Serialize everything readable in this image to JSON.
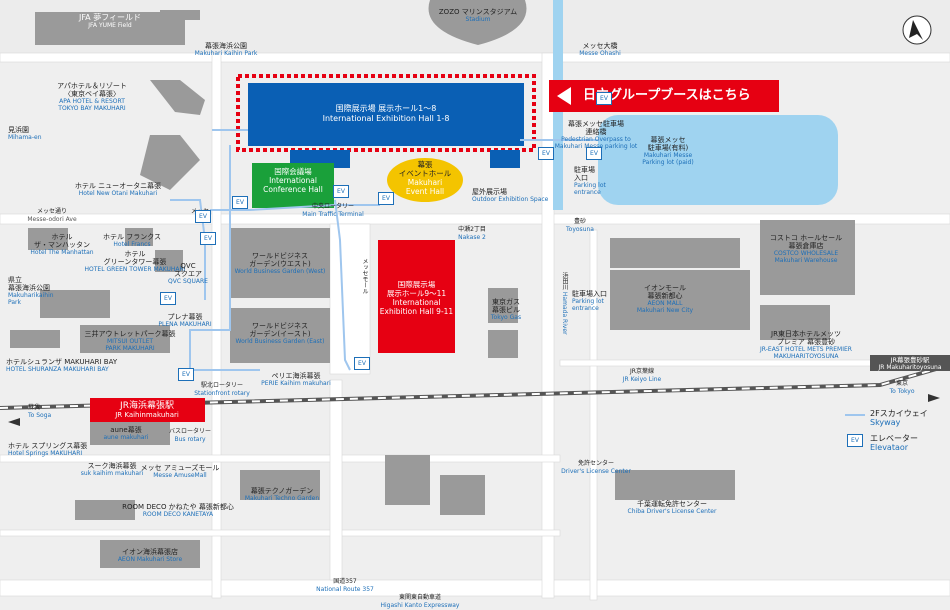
{
  "colors": {
    "hall_blue": "#0a5fb4",
    "hall_red": "#e60012",
    "conference_green": "#1aa03a",
    "event_yellow": "#f4c400",
    "label_blue": "#1d6fb8",
    "building_gray": "#9a9a9a",
    "water": "#9fd3f0"
  },
  "callout": {
    "text": "日立グループブースはこちら"
  },
  "halls": {
    "intl_1_8": {
      "jp": "国際展示場 展示ホール1〜8",
      "en": "International Exhibition Hall 1-8"
    },
    "intl_9_11": {
      "jp1": "国際展示場",
      "jp2": "展示ホール9〜11",
      "en1": "International",
      "en2": "Exhibition Hall 9-11"
    },
    "conference": {
      "jp": "国際会議場",
      "en1": "International",
      "en2": "Conference Hall"
    },
    "event": {
      "jp1": "幕張",
      "jp2": "イベントホール",
      "en1": "Makuhari",
      "en2": "Event Hall"
    }
  },
  "labels": {
    "jfa": {
      "jp": "JFA 夢フィールド",
      "en": "JFA YUME Field"
    },
    "zozo": {
      "jp": "ZOZO マリンスタジアム",
      "en": "Stadium"
    },
    "kaihin_park": {
      "jp": "幕張海浜公園",
      "en": "Makuhari Kaihin Park"
    },
    "messe_ohashi": {
      "jp": "メッセ大橋",
      "en": "Messe Ohashi"
    },
    "apa": {
      "jp1": "アパホテル＆リゾート",
      "jp2": "〈東京ベイ幕張〉",
      "en1": "APA HOTEL & RESORT",
      "en2": "TOKYO BAY MAKUHARI"
    },
    "mihama": {
      "jp": "見浜園",
      "en": "Mihama-en"
    },
    "new_otani": {
      "jp": "ホテル ニューオータニ幕張",
      "en": "Hotel New Otani Makuhari"
    },
    "messe_odori": {
      "jp": "メッセ通り",
      "en": "Messe-odori Ave"
    },
    "manhattan": {
      "jp1": "ホテル",
      "jp2": "ザ・マンハッタン",
      "en": "Hotel The Manhattan"
    },
    "francs": {
      "jp": "ホテル フランクス",
      "en": "Hotel Francs"
    },
    "green_tower": {
      "jp1": "ホテル",
      "jp2": "グリーンタワー幕張",
      "en": "HOTEL GREEN TOWER MAKUHARI"
    },
    "qvc": {
      "jp1": "QVC",
      "jp2": "スクエア",
      "en": "QVC SQUARE"
    },
    "kenritsu_park": {
      "jp1": "県立",
      "jp2": "幕張海浜公園",
      "en1": "Makuharikaihin",
      "en2": "Park"
    },
    "plena": {
      "jp": "プレナ幕張",
      "en": "PLENA MAKUHARI"
    },
    "mitsui_outlet": {
      "jp": "三井アウトレットパーク幕張",
      "en1": "MITSUI OUTLET",
      "en2": "PARK MAKUHARI"
    },
    "shuranza": {
      "jp": "ホテルシュランザ MAKUHARI BAY",
      "en": "HOTEL SHURANZA MAKUHARI BAY"
    },
    "wbg_west": {
      "jp1": "ワールドビジネス",
      "jp2": "ガーデン(ウエスト)",
      "en": "World Business Garden (West)"
    },
    "wbg_east": {
      "jp1": "ワールドビジネス",
      "jp2": "ガーデン(イースト)",
      "en": "World Business Garden (East)"
    },
    "chuo_rotary": {
      "jp": "中央ロータリー",
      "en": "Main Traffic Terminal"
    },
    "nakase2": {
      "jp": "中瀬2丁目",
      "en": "Nakase 2"
    },
    "messe_mall": {
      "jp": "メッセモール"
    },
    "outdoor": {
      "jp": "屋外展示場",
      "en": "Outdoor Exhibition Space"
    },
    "tokyo_gas": {
      "jp1": "東京ガス",
      "jp2": "幕張ビル",
      "en": "Tokyo Gas"
    },
    "messe_parking": {
      "jp1": "幕張メッセ",
      "jp2": "駐車場(有料)",
      "en1": "Makuhari Messe",
      "en2": "Parking lot (paid)"
    },
    "overpass": {
      "jp1": "幕張メッセ駐車場",
      "jp2": "連絡橋",
      "en1": "Pedestrian Overpass to",
      "en2": "Makuhari Messe parking lot"
    },
    "parking_entrance_1": {
      "jp1": "駐車場",
      "jp2": "入口",
      "en1": "Parking lot",
      "en2": "entrance"
    },
    "parking_entrance_2": {
      "jp": "駐車場入口",
      "en1": "Parking lot",
      "en2": "entrance"
    },
    "toyosuna": {
      "jp": "豊砂",
      "en": "Toyosuna"
    },
    "hamada_river": {
      "jp": "浜田川",
      "en": "Hamada River"
    },
    "costco": {
      "jp1": "コストコ ホールセール",
      "jp2": "幕張倉庫店",
      "en1": "COSTCO WHOLESALE",
      "en2": "Makuhari Warehouse"
    },
    "aeon_mall": {
      "jp1": "イオンモール",
      "jp2": "幕張新都心",
      "en1": "AEON MALL",
      "en2": "Makuhari New City"
    },
    "mets": {
      "jp1": "JR東日本ホテルメッツ",
      "jp2": "プレミア 幕張豊砂",
      "en1": "JR-EAST HOTEL METS PREMIER",
      "en2": "MAKUHARITOYOSUNA"
    },
    "toyosuna_station": {
      "jp": "JR幕張豊砂駅",
      "en": "JR Makuharitoyosuna"
    },
    "keiyo_line": {
      "jp": "JR京葉線",
      "en": "JR Keiyo Line"
    },
    "to_tokyo": {
      "jp": "東京",
      "en": "To Tokyo"
    },
    "to_soga": {
      "jp": "蘇我",
      "en": "To Soga"
    },
    "kaihinmakuhari_station": {
      "jp": "JR海浜幕張駅",
      "en": "JR Kaihinmakuhari"
    },
    "perie": {
      "jp": "ペリエ海浜幕張",
      "en": "PERIE Kaihim makuhari"
    },
    "station_rotary": {
      "jp": "駅北ロータリー",
      "en": "Stationfront rotary"
    },
    "bus_rotary": {
      "jp": "バスロータリー",
      "en": "Bus rotary"
    },
    "aune": {
      "jp": "aune幕張",
      "en": "aune makuhari"
    },
    "springs": {
      "jp": "ホテル スプリングス幕張",
      "en": "Hotel Springs MAKUHARI"
    },
    "suk": {
      "jp": "スーク海浜幕張",
      "en": "suk kaihim makuhari"
    },
    "amuse": {
      "jp": "メッセ アミューズモール",
      "en": "Messe AmuseMall"
    },
    "techno": {
      "jp": "幕張テクノガーデン",
      "en": "Makuhari Techno Garden"
    },
    "room_deco": {
      "jp": "ROOM DECO かねたや 幕張新都心",
      "en": "ROOM DECO KANETAYA"
    },
    "aeon_store": {
      "jp": "イオン海浜幕張店",
      "en": "AEON Makuhari Store"
    },
    "license_center": {
      "jp": "免許センター",
      "en": "Driver's License Center"
    },
    "chiba_license": {
      "jp": "千葉運転免許センター",
      "en": "Chiba Driver's License Center"
    },
    "route357": {
      "jp": "国道357",
      "en": "National Route 357"
    },
    "expressway": {
      "jp": "東関東自動車道",
      "en": "Higashi Kanto Expressway"
    },
    "messe_small": {
      "jp": "メッセ"
    }
  },
  "legend": {
    "skyway": {
      "jp": "2Fスカイウェイ",
      "en": "Skyway"
    },
    "elevator": {
      "icon": "EV",
      "jp": "エレベーター",
      "en": "Elevataor"
    }
  },
  "ev_labels": [
    "EV",
    "EV",
    "EV",
    "EV",
    "EV",
    "EV",
    "EV",
    "EV",
    "EV",
    "EV",
    "EV"
  ]
}
